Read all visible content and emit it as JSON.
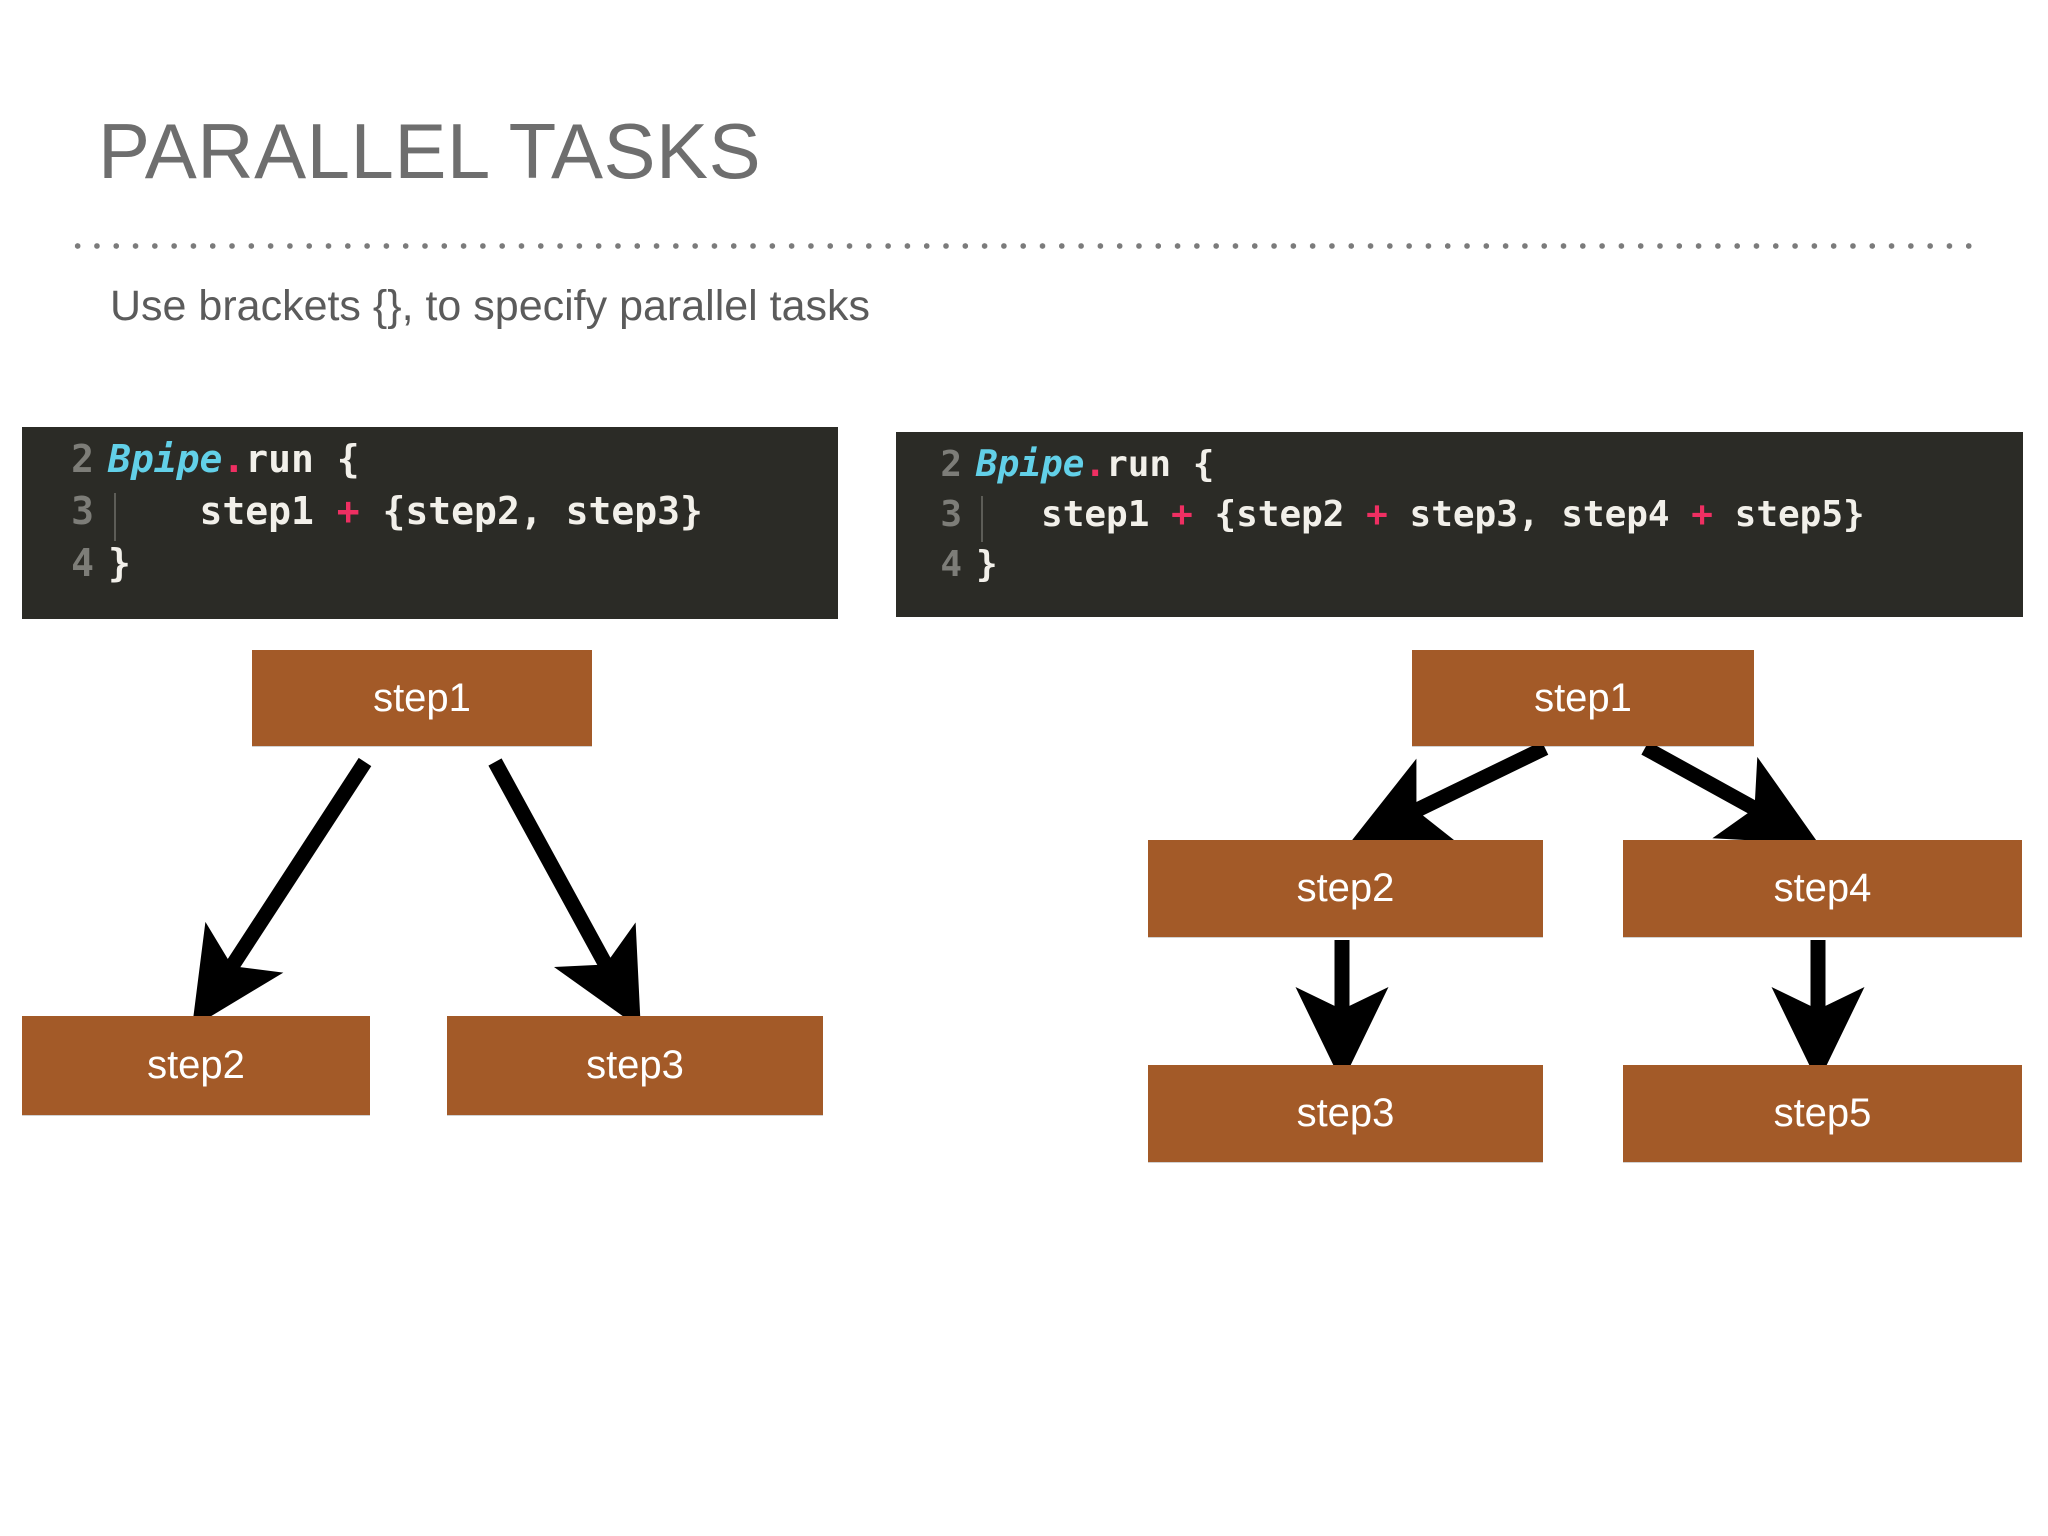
{
  "slide": {
    "title": "PARALLEL TASKS",
    "subtitle": "Use brackets {}, to specify parallel tasks",
    "title_color": "#6e6e6e",
    "subtitle_color": "#5b5b5b",
    "background_color": "#ffffff",
    "divider_color": "#7b7b7b"
  },
  "theme": {
    "node_fill": "#a35a28",
    "node_text": "#ffffff",
    "code_background": "#2b2b26",
    "code_text": "#f2f0ea",
    "code_gutter": "#8f8f8a",
    "code_class_token": "#62d0e8",
    "code_operator_token": "#ef2f62",
    "arrow_color": "#000000"
  },
  "code_left": {
    "lines": [
      {
        "number": "2",
        "class_token": "Bpipe",
        "dot": ".",
        "rest": "run {",
        "indent": ""
      },
      {
        "number": "3",
        "full": "    step1 + {step2, step3}"
      },
      {
        "number": "4",
        "full": "}"
      }
    ],
    "line_numbers": [
      "2",
      "3",
      "4"
    ],
    "line2_text": "Bpipe.run {",
    "line3_text": "    step1 + {step2, step3}",
    "line4_text": "}",
    "line3_parts": {
      "pre": "    step1 ",
      "op": "+",
      "post": " {step2, step3}"
    }
  },
  "code_right": {
    "line_numbers": [
      "2",
      "3",
      "4"
    ],
    "line2_text": "Bpipe.run {",
    "line3_text": "    step1 + {step2 + step3, step4 + step5}",
    "line4_text": "}",
    "line3_parts": {
      "p1": "   step1 ",
      "op1": "+",
      "p2": " {step2 ",
      "op2": "+",
      "p3": " step3, step4 ",
      "op3": "+",
      "p4": " step5}"
    },
    "class_token": "Bpipe",
    "dot": ".",
    "run_token": "run {",
    "close_brace": "}"
  },
  "diagram_left": {
    "caption": "step1 + {step2, step3}",
    "nodes": [
      {
        "id": "l1",
        "label": "step1"
      },
      {
        "id": "l2",
        "label": "step2"
      },
      {
        "id": "l3",
        "label": "step3"
      }
    ],
    "edges": [
      {
        "from": "step1",
        "to": "step2"
      },
      {
        "from": "step1",
        "to": "step3"
      }
    ]
  },
  "diagram_right": {
    "caption": "step1 + {step2 + step3, step4 + step5}",
    "nodes": [
      {
        "id": "r1",
        "label": "step1"
      },
      {
        "id": "r2",
        "label": "step2"
      },
      {
        "id": "r4",
        "label": "step4"
      },
      {
        "id": "r3",
        "label": "step3"
      },
      {
        "id": "r5",
        "label": "step5"
      }
    ],
    "edges": [
      {
        "from": "step1",
        "to": "step2"
      },
      {
        "from": "step1",
        "to": "step4"
      },
      {
        "from": "step2",
        "to": "step3"
      },
      {
        "from": "step4",
        "to": "step5"
      }
    ]
  }
}
